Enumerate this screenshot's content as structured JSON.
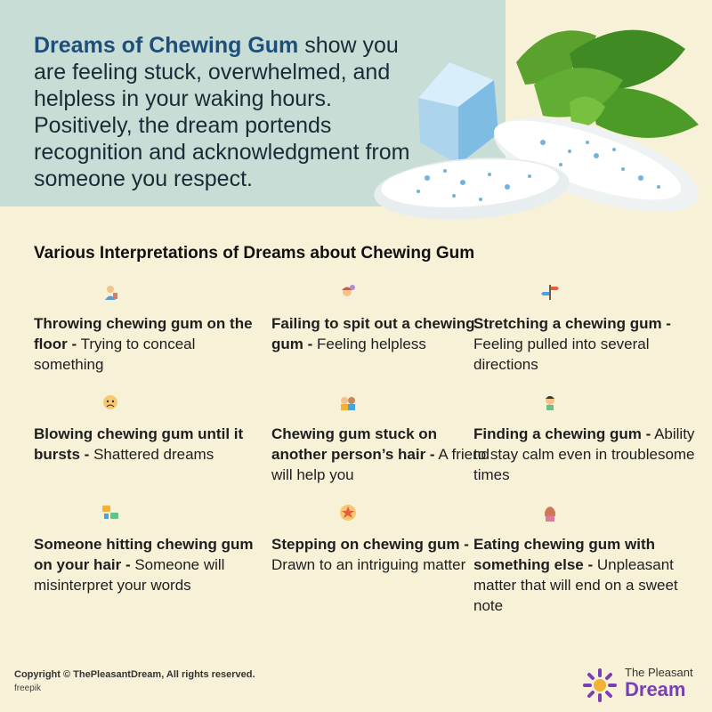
{
  "hero": {
    "highlight": "Dreams of Chewing Gum",
    "text": " show you are feeling stuck, overwhelmed, and helpless in your waking hours. Positively, the dream portends recognition and acknowledgment from someone you respect."
  },
  "section_title": "Various Interpretations of Dreams about Chewing Gum",
  "items": [
    {
      "title": "Throwing chewing gum on the floor -",
      "meaning": " Trying to conceal something",
      "icon": "person-hiding-icon"
    },
    {
      "title": "Failing to spit out a chewing gum -",
      "meaning": " Feeling helpless",
      "icon": "confused-person-icon"
    },
    {
      "title": "Stretching a chewing gum -",
      "meaning": " Feeling pulled into several directions",
      "icon": "directions-sign-icon"
    },
    {
      "title": "Blowing chewing gum until it bursts -",
      "meaning": " Shattered dreams",
      "icon": "sad-face-icon"
    },
    {
      "title": "Chewing gum stuck on another person’s hair -",
      "meaning": " A friend will help you",
      "icon": "friends-icon"
    },
    {
      "title": "Finding a chewing gum -",
      "meaning": " Ability to stay calm even in troublesome times",
      "icon": "calm-person-icon"
    },
    {
      "title": "Someone hitting chewing gum on your hair -",
      "meaning": " Someone will misinterpret your words",
      "icon": "speech-bubbles-icon"
    },
    {
      "title": "Stepping on chewing gum -",
      "meaning": " Drawn to an intriguing matter",
      "icon": "star-icon"
    },
    {
      "title": "Eating chewing gum with something else -",
      "meaning": " Unpleasant matter that will end on a sweet note",
      "icon": "woman-icon"
    }
  ],
  "footer": {
    "copyright": "Copyright © ThePleasantDream, All rights reserved.",
    "credit": "freepik"
  },
  "brand": {
    "top": "The Pleasant",
    "main": "Dream"
  },
  "colors": {
    "background": "#f7f1d8",
    "hero_box": "#c9ddd7",
    "highlight": "#1d4f7a",
    "brand": "#7b3fb4"
  }
}
